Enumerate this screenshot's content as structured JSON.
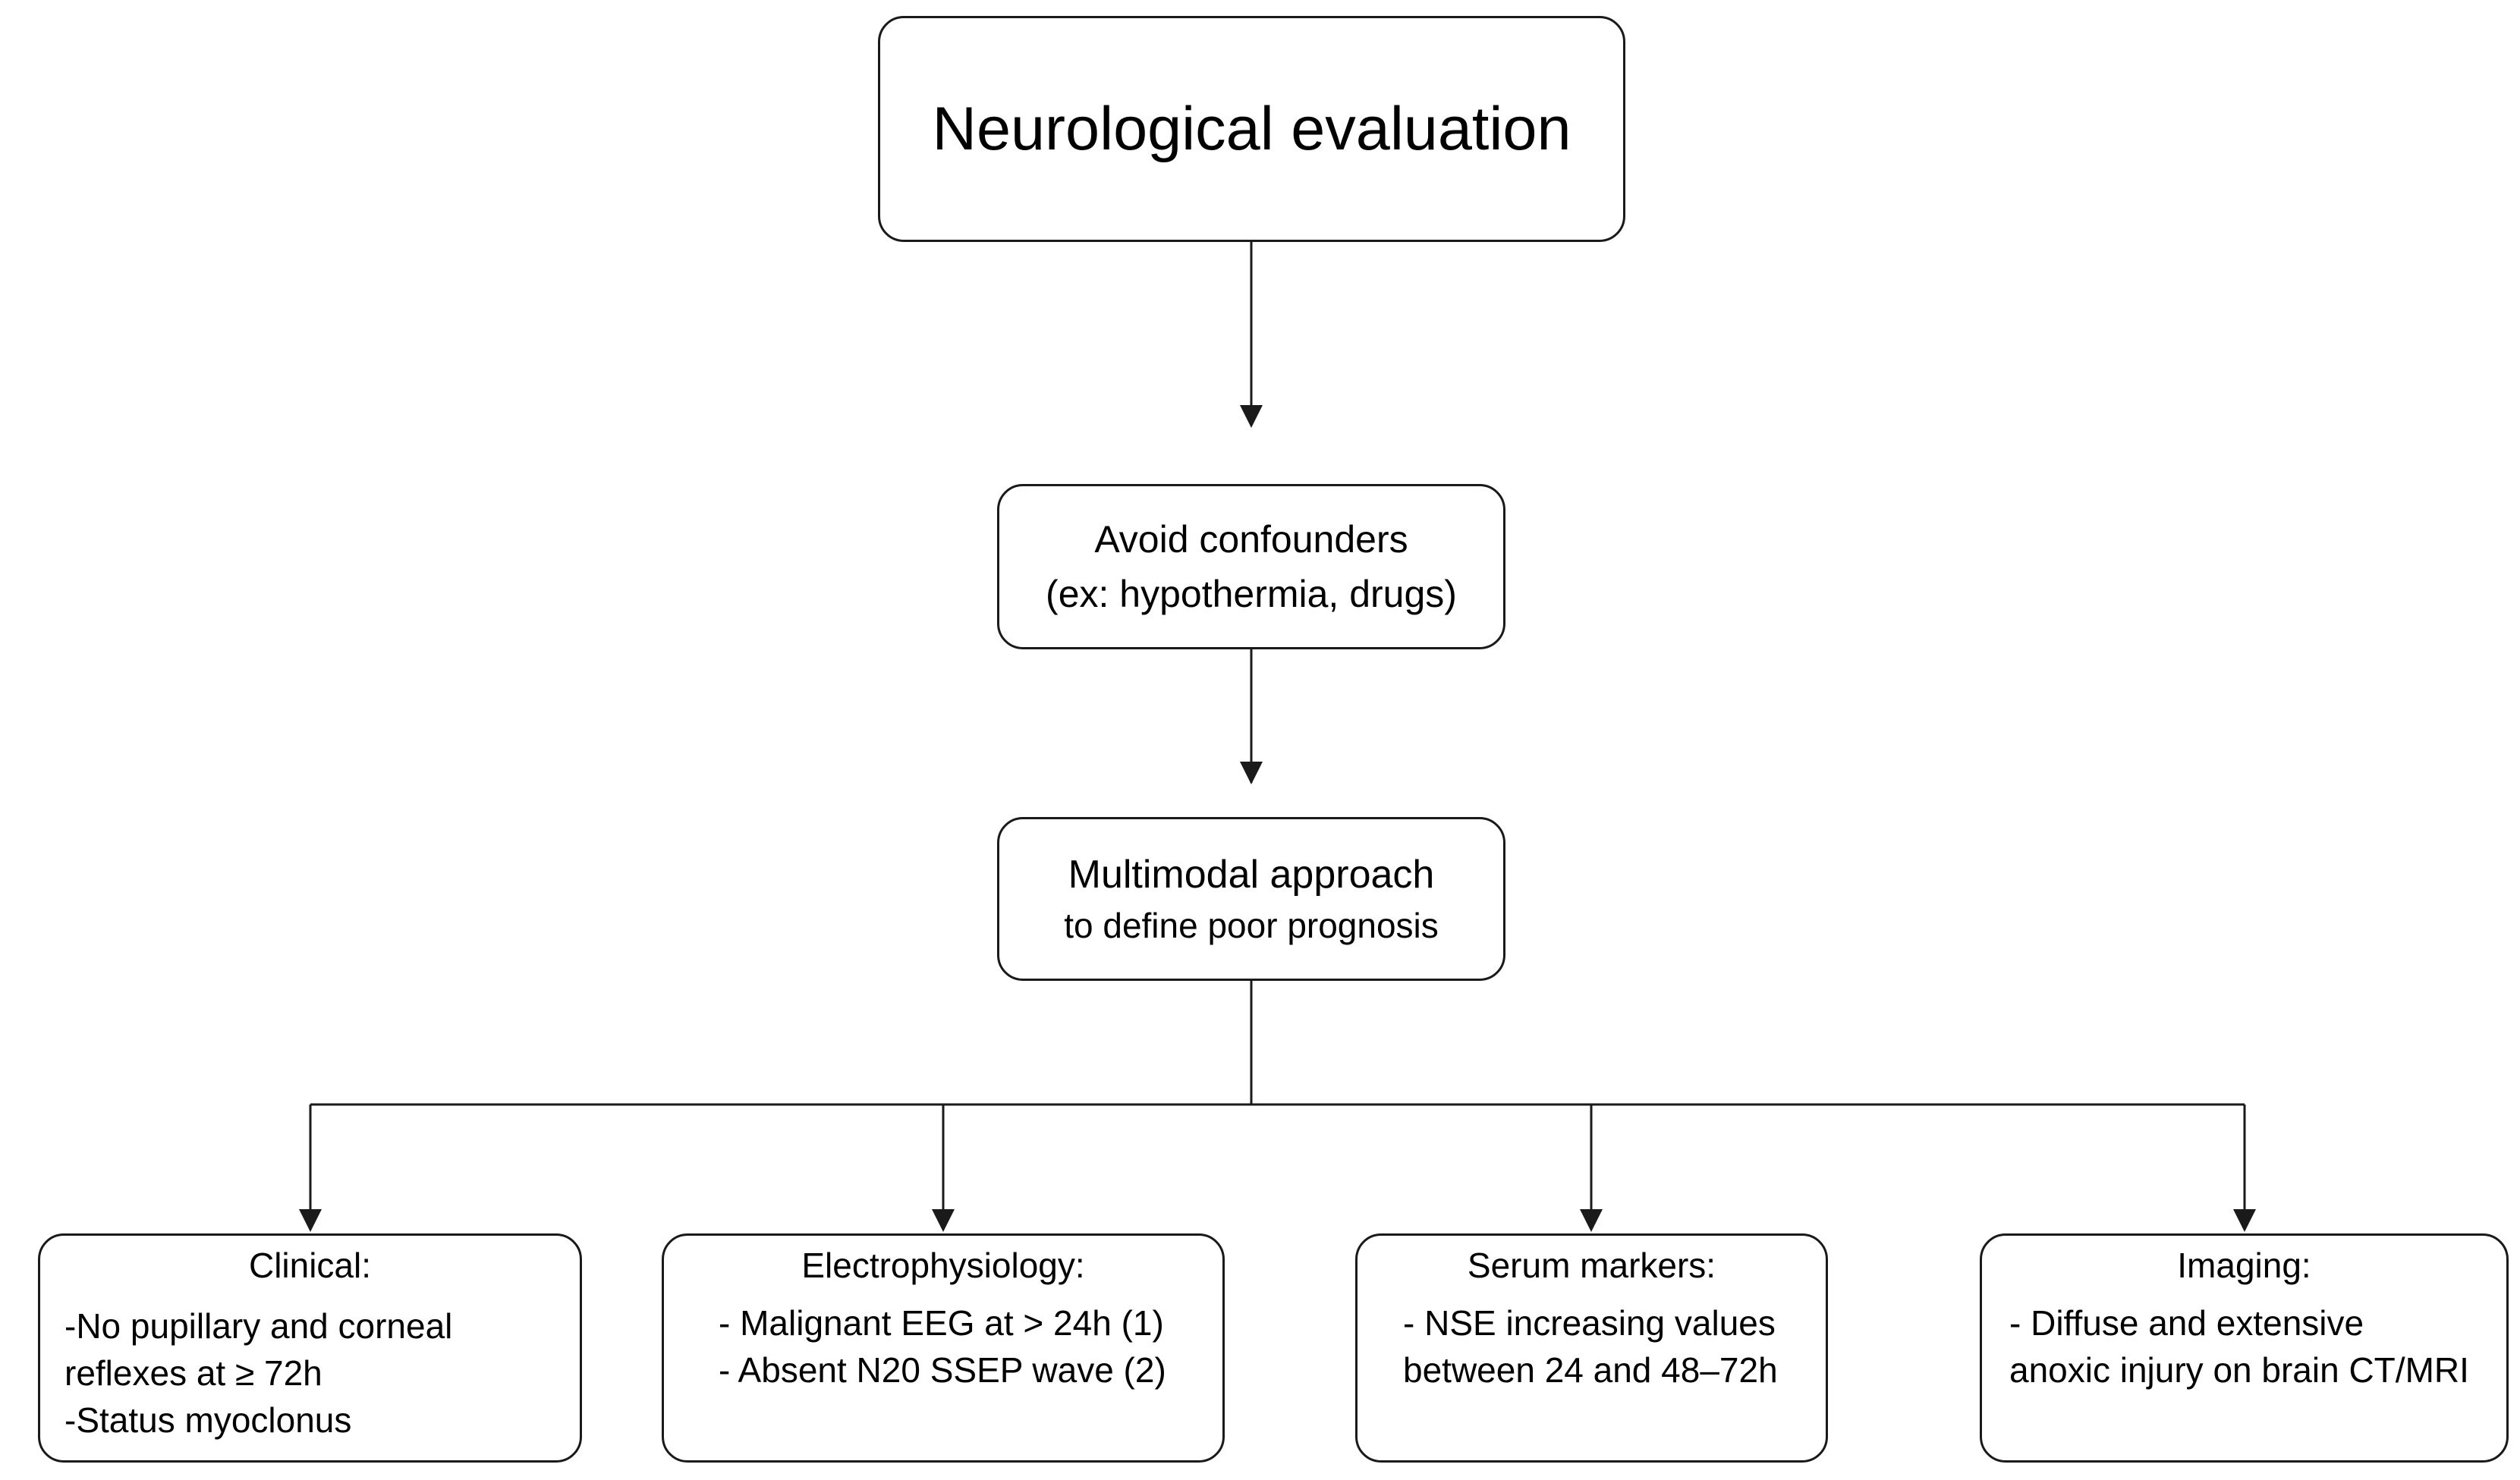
{
  "nodes": {
    "top": {
      "label": "Neurological evaluation"
    },
    "confounders": {
      "line1": "Avoid confounders",
      "line2": "(ex: hypothermia, drugs)"
    },
    "multimodal": {
      "line1": "Multimodal approach",
      "line2": "to define poor prognosis"
    },
    "clinical": {
      "title": "Clinical:",
      "lines": [
        "-No pupillary and corneal",
        "reflexes at ≥ 72h",
        "-Status myoclonus"
      ]
    },
    "electrophysiology": {
      "title": "Electrophysiology:",
      "lines": [
        "- Malignant EEG at > 24h (1)",
        "- Absent N20 SSEP wave (2)"
      ]
    },
    "serum": {
      "title": "Serum markers:",
      "lines": [
        "- NSE increasing values",
        "between 24 and 48–72h"
      ]
    },
    "imaging": {
      "title": "Imaging:",
      "lines": [
        "- Diffuse and extensive",
        "anoxic injury on brain CT/MRI"
      ]
    }
  },
  "edges": [
    {
      "from": "top",
      "to": "confounders"
    },
    {
      "from": "confounders",
      "to": "multimodal"
    },
    {
      "from": "multimodal",
      "to": "clinical"
    },
    {
      "from": "multimodal",
      "to": "electrophysiology"
    },
    {
      "from": "multimodal",
      "to": "serum"
    },
    {
      "from": "multimodal",
      "to": "imaging"
    }
  ],
  "colors": {
    "stroke": "#1a1a1a",
    "background": "#ffffff"
  }
}
